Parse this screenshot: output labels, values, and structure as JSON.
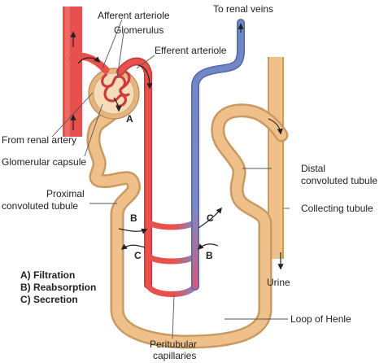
{
  "labels": {
    "afferent": "Afferent arteriole",
    "glomerulus": "Glomerulus",
    "efferent": "Efferent arteriole",
    "renal_veins": "To renal veins",
    "renal_artery": "From renal artery",
    "glomerular_capsule": "Glomerular capsule",
    "proximal_1": "Proximal",
    "proximal_2": "convoluted tubule",
    "distal_1": "Distal",
    "distal_2": "convoluted tubule",
    "collecting": "Collecting tubule",
    "urine": "Urine",
    "loop": "Loop of Henle",
    "peritubular_1": "Peritubular",
    "peritubular_2": "capillaries"
  },
  "markers": {
    "a": "A",
    "b_left": "B",
    "b_right": "B",
    "c_left": "C",
    "c_right": "C"
  },
  "legend": {
    "filtration": "A) Filtration",
    "reabsorption": "B) Reabsorption",
    "secretion": "C) Secretion"
  },
  "colors": {
    "artery": "#e8504e",
    "vein": "#6f86c4",
    "tubule": "#efc08a",
    "tubule_edge": "#c99a62"
  }
}
